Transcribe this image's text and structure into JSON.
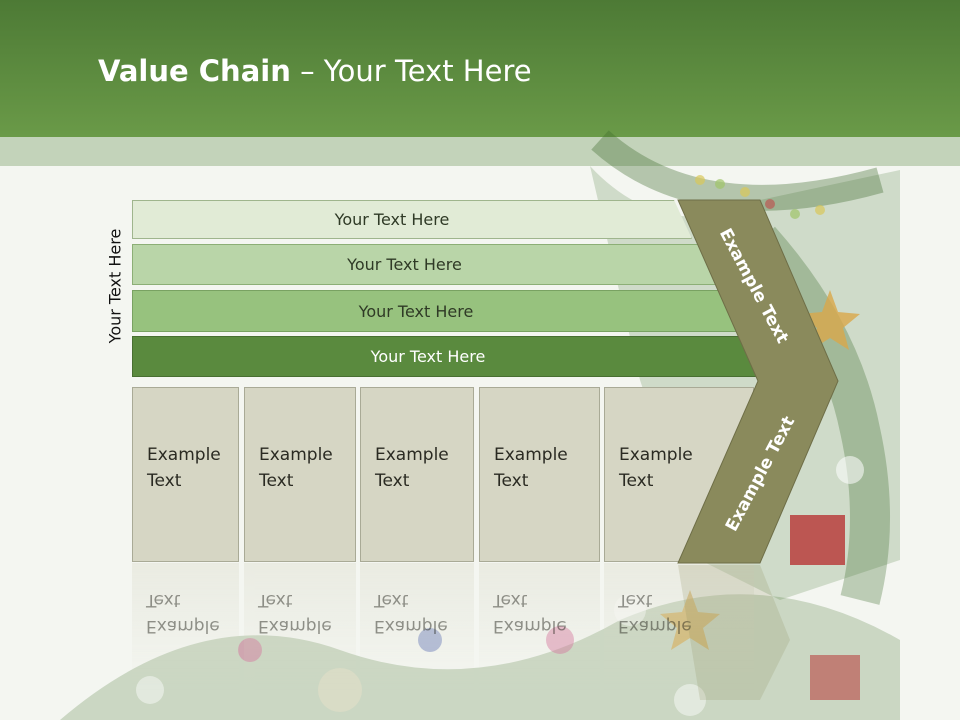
{
  "slide": {
    "title_bold": "Value Chain",
    "title_rest": " – Your Text Here"
  },
  "side_label": "Your Text Here",
  "bars": [
    {
      "label": "Your Text Here"
    },
    {
      "label": "Your Text Here"
    },
    {
      "label": "Your Text Here"
    },
    {
      "label": "Your Text Here"
    }
  ],
  "boxes": [
    {
      "line1": "Example",
      "line2": "Text"
    },
    {
      "line1": "Example",
      "line2": "Text"
    },
    {
      "line1": "Example",
      "line2": "Text"
    },
    {
      "line1": "Example",
      "line2": "Text"
    },
    {
      "line1": "Example",
      "line2": "Text"
    }
  ],
  "chevron": {
    "upper_label": "Example Text",
    "lower_label": "Example Text"
  },
  "colors": {
    "header": "#5a8a3e",
    "chevron": "#8a8a5c",
    "box": "#d6d6c4"
  }
}
